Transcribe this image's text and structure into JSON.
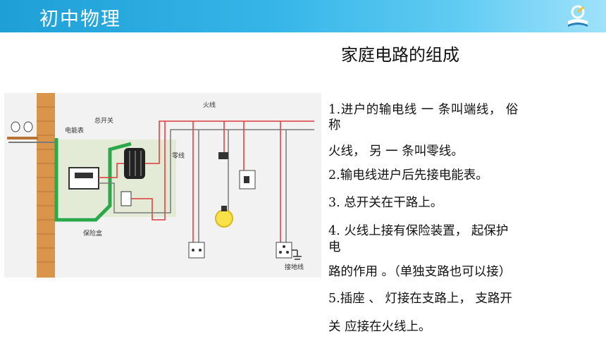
{
  "header": {
    "title": "初中物理",
    "logo_icon": "book-logo-icon"
  },
  "slide": {
    "subtitle": "家庭电路的组成",
    "diagram": {
      "labels": {
        "fire_wire": "火线",
        "main_switch": "总开关",
        "meter": "电能表",
        "neutral_wire": "零线",
        "fuse_box": "保险盒",
        "ground_wire": "接地线"
      }
    },
    "points": [
      "1.进户的输电线 一 条叫端线， 俗",
      "称",
      "火线， 另 一 条叫零线。",
      "2.输电线进户后先接电能表。",
      "3. 总开关在干路上。",
      "4.  火线上接有保险装置， 起保护",
      "电",
      "路的作用 。（单独支路也可以接）",
      "5.插座 、 灯接在支路上， 支路开",
      "关   应接在火线上。"
    ]
  },
  "colors": {
    "banner_start": "#1e9fd6",
    "banner_end": "#9fe2fb",
    "fire_wire": "#d93a3a",
    "neutral_wire": "#7a7a7a",
    "ground_wire": "#2aa84a",
    "wall": "#d9964a"
  }
}
